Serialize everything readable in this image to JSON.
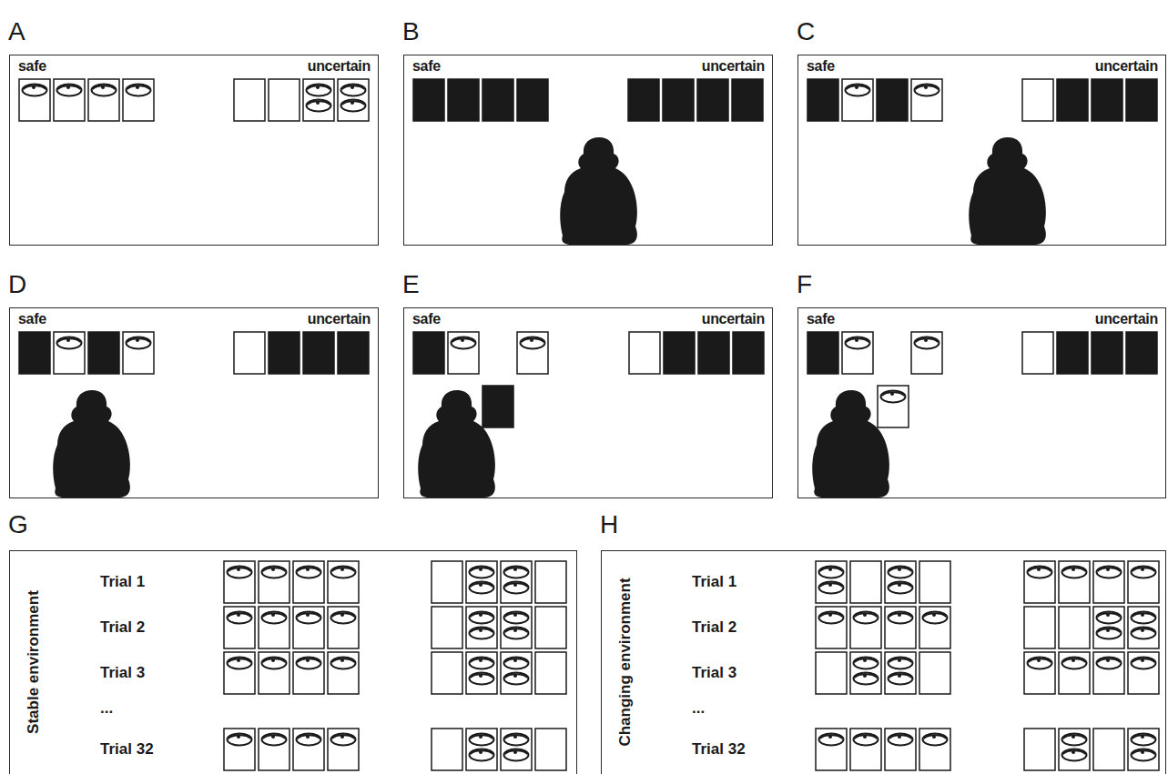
{
  "diagram": {
    "nodes": [
      {
        "text": [
          "A",
          "safe",
          "uncertain"
        ]
      },
      {
        "text": [
          "B",
          "safe",
          "uncertain"
        ]
      },
      {
        "text": [
          "C",
          "safe",
          "uncertain"
        ]
      },
      {
        "text": [
          "D",
          "safe",
          "uncertain"
        ]
      },
      {
        "text": [
          "E",
          "safe",
          "uncertain"
        ]
      },
      {
        "text": [
          "F",
          "safe",
          "uncertain"
        ]
      },
      {
        "text": [
          "G",
          "Stable environment",
          "Trial 1",
          "Trial 2",
          "Trial 3",
          "...",
          "Trial 32"
        ]
      },
      {
        "text": [
          "H",
          "Changing environment",
          "Trial 1",
          "Trial 2",
          "Trial 3",
          "...",
          "Trial 32"
        ]
      }
    ]
  }
}
